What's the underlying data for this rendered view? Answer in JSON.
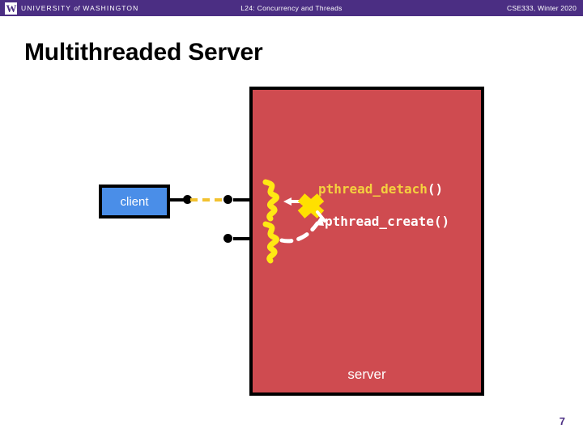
{
  "header": {
    "logo_mark": "W",
    "logo_text_pre": "UNIVERSITY",
    "logo_text_of": "of",
    "logo_text_post": "WASHINGTON",
    "center_title": "L24:  Concurrency and Threads",
    "right_title": "CSE333, Winter 2020",
    "bar_color": "#4b2e83"
  },
  "slide": {
    "title": "Multithreaded Server",
    "page_number": "7"
  },
  "diagram": {
    "server": {
      "label": "server",
      "fill_color": "#cf4b50",
      "border_color": "#000000"
    },
    "client": {
      "label": "client",
      "fill_color": "#4a8ee8",
      "border_color": "#000000"
    },
    "connection": {
      "dash_color": "#f2c230"
    },
    "threads": [
      {
        "name": "thread-squiggle-top",
        "color": "#ffe813"
      },
      {
        "name": "thread-squiggle-bottom",
        "color": "#ffe813"
      }
    ],
    "annotations": [
      {
        "name": "pthread-detach",
        "func": "pthread_detach",
        "parens": "()",
        "func_color": "#f4d03f",
        "paren_color": "#ffffff"
      },
      {
        "name": "pthread-create",
        "func": "pthread_create",
        "parens": "()",
        "func_color": "#ffffff",
        "paren_color": "#ffffff"
      }
    ],
    "marker": {
      "name": "detach-x-marker",
      "color": "#ffe000"
    },
    "arrows": {
      "color": "#ffffff"
    }
  }
}
